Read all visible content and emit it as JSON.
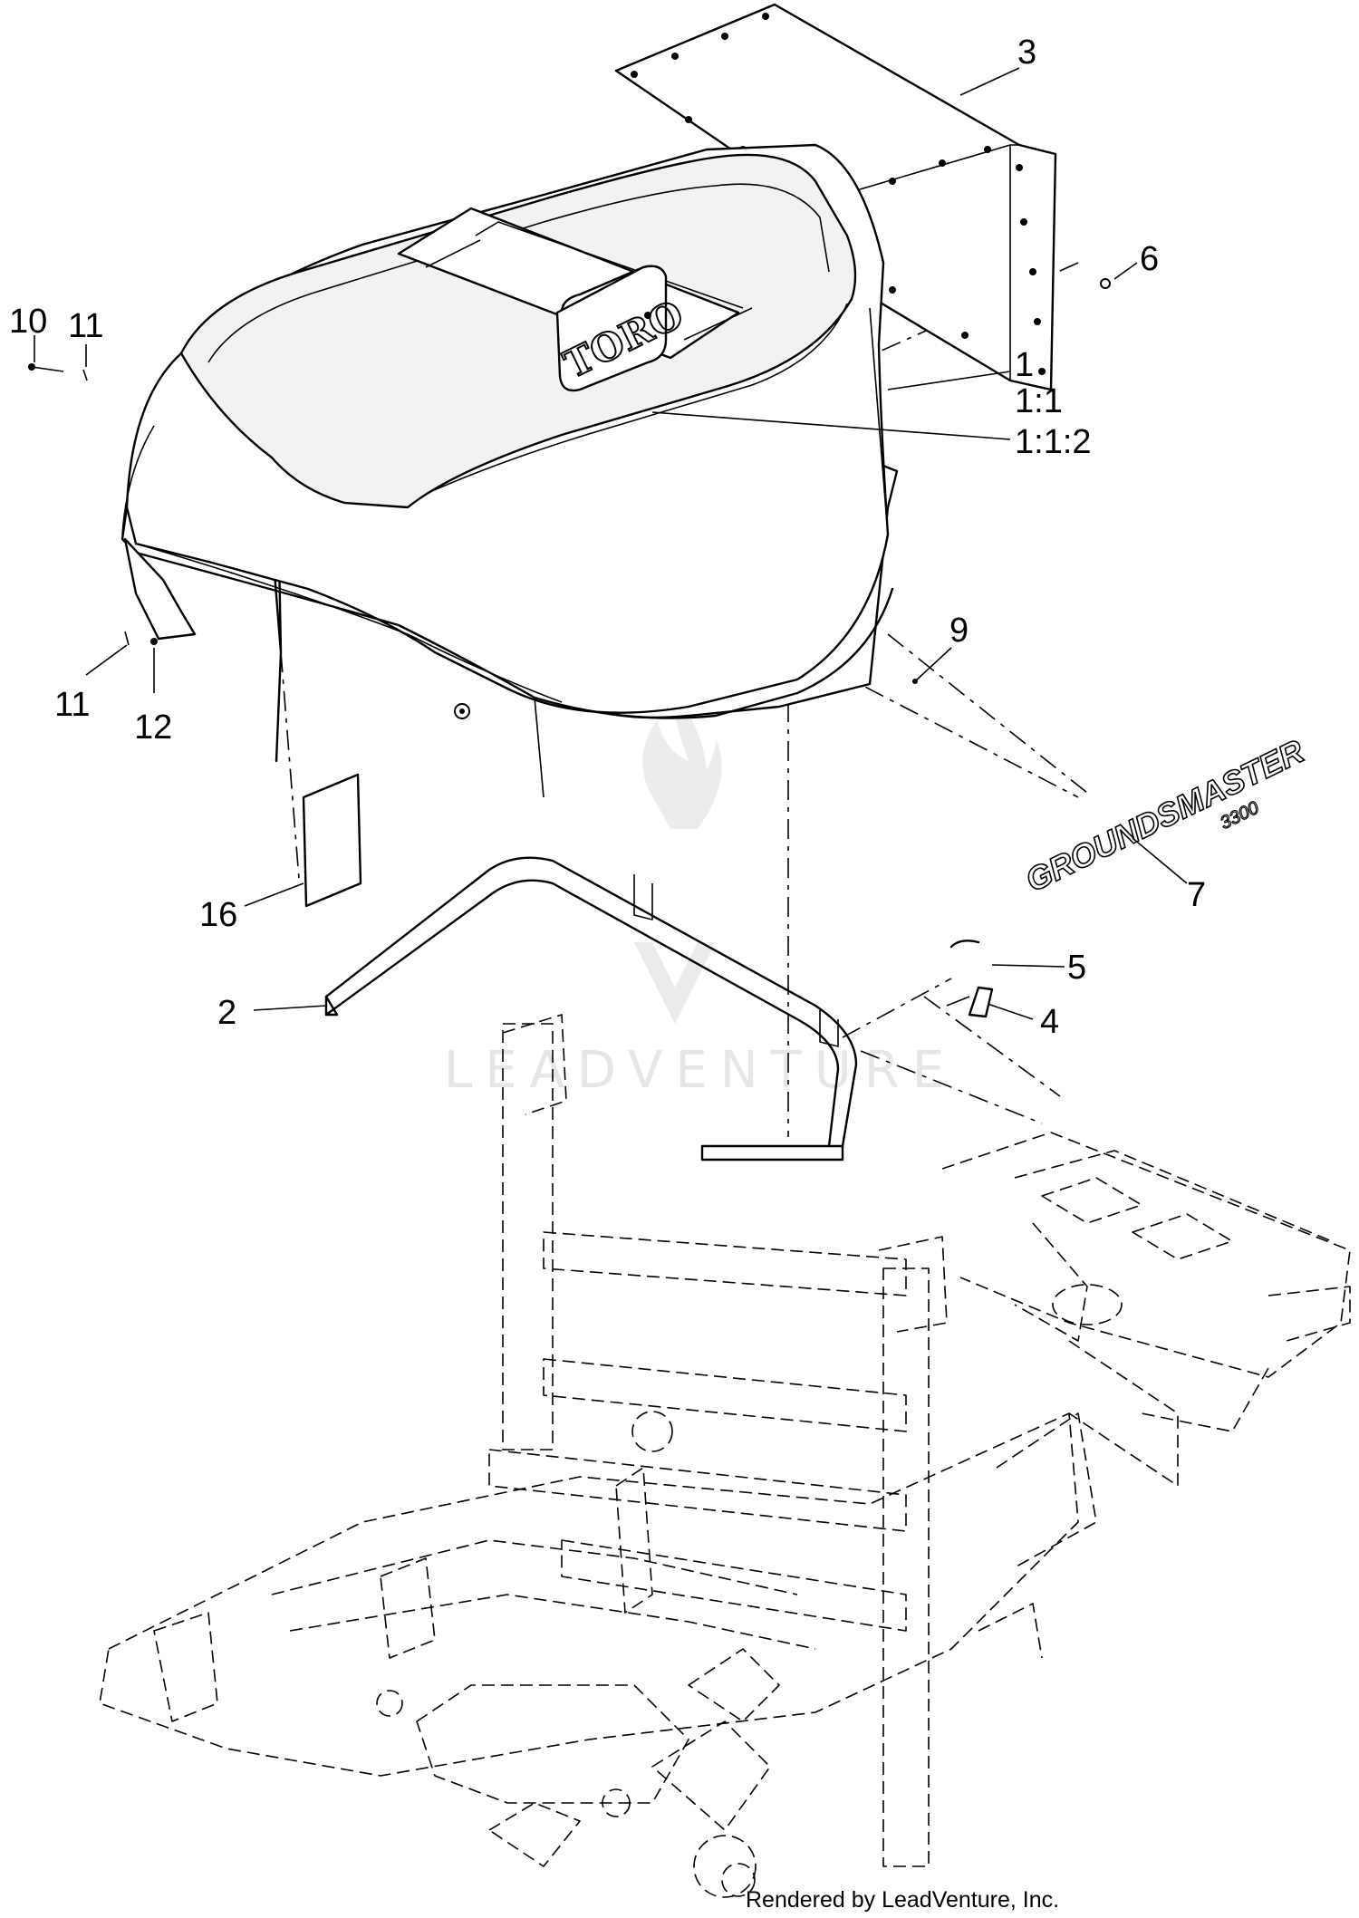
{
  "callouts": [
    {
      "id": "c3",
      "text": "3"
    },
    {
      "id": "c6",
      "text": "6"
    },
    {
      "id": "c10",
      "text": "10"
    },
    {
      "id": "c11a",
      "text": "11"
    },
    {
      "id": "c1",
      "text": "1"
    },
    {
      "id": "c1_1",
      "text": "1:1"
    },
    {
      "id": "c1_1_2",
      "text": "1:1:2"
    },
    {
      "id": "c11b",
      "text": "11"
    },
    {
      "id": "c12",
      "text": "12"
    },
    {
      "id": "c9",
      "text": "9"
    },
    {
      "id": "c16",
      "text": "16"
    },
    {
      "id": "c7",
      "text": "7"
    },
    {
      "id": "c2",
      "text": "2"
    },
    {
      "id": "c5",
      "text": "5"
    },
    {
      "id": "c4",
      "text": "4"
    }
  ],
  "badge": {
    "logo_text": "TORO"
  },
  "decal": {
    "line1": "GROUNDSMASTER",
    "line2": "3300"
  },
  "watermark": {
    "text": "LEADVENTURE"
  },
  "footer": {
    "credit": "Rendered by LeadVenture, Inc."
  }
}
